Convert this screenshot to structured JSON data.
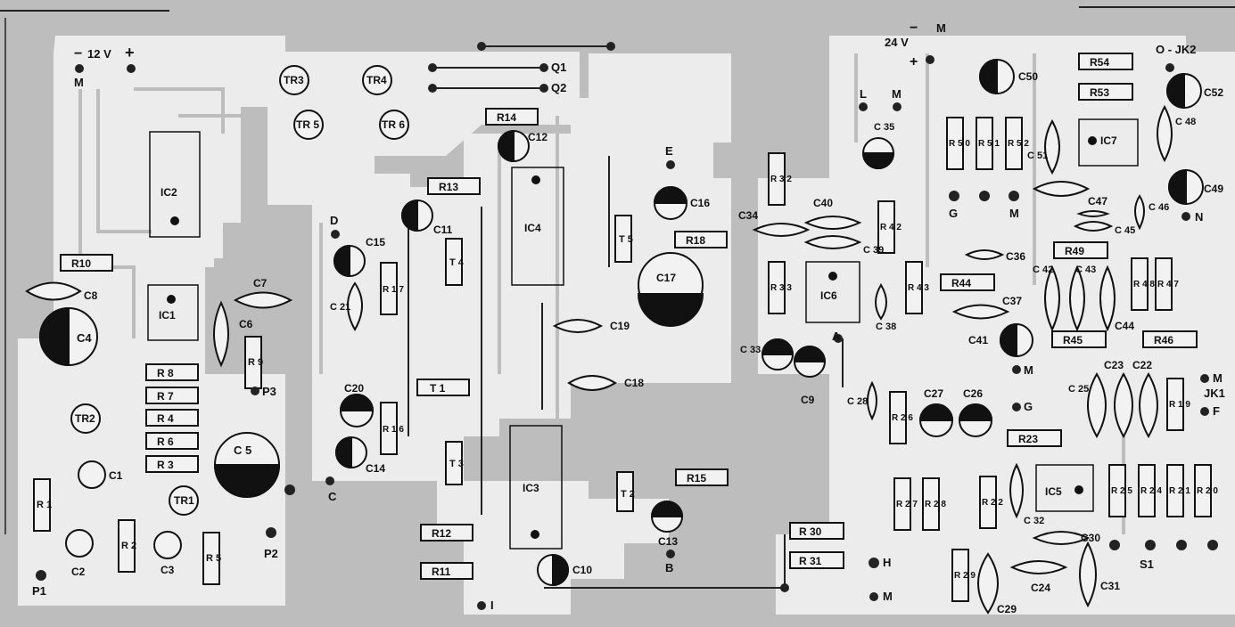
{
  "colors": {
    "background": "#bdbdbd",
    "copper": "#ececec",
    "ink": "#111111"
  },
  "terminals": {
    "m1": "M",
    "neg1": "−",
    "v12": "12 V",
    "pos1": "+",
    "q1": "Q1",
    "q2": "Q2",
    "e": "E",
    "d": "D",
    "c_term": "C",
    "b": "B",
    "i": "I",
    "p1": "P1",
    "p2": "P2",
    "p3": "P3",
    "neg2": "−",
    "m2": "M",
    "v24": "24 V",
    "pos2": "+",
    "l": "L",
    "m3": "M",
    "g1": "G",
    "m4": "M",
    "n": "N",
    "a": "A",
    "g2": "G",
    "h": "H",
    "m5": "M",
    "m6": "M",
    "m7": "M",
    "jk1": "JK1",
    "f": "F",
    "s1": "S1",
    "jk2": "O - JK2"
  },
  "components": {
    "tr1": "TR1",
    "tr2": "TR2",
    "tr3": "TR3",
    "tr4": "TR4",
    "tr5": "TR 5",
    "tr6": "TR 6",
    "ic1": "IC1",
    "ic2": "IC2",
    "ic3": "IC3",
    "ic4": "IC4",
    "ic5": "IC5",
    "ic6": "IC6",
    "ic7": "IC7",
    "r1": "R 1",
    "r2": "R 2",
    "r3": "R 3",
    "r4": "R 4",
    "r5": "R 5",
    "r6": "R 6",
    "r7": "R 7",
    "r8": "R 8",
    "r9": "R 9",
    "r10": "R10",
    "r11": "R11",
    "r12": "R12",
    "r13": "R13",
    "r14": "R14",
    "r15": "R15",
    "r16": "R 1 6",
    "r17": "R 1 7",
    "r18": "R18",
    "r19": "R 1 9",
    "r20": "R 2 0",
    "r21": "R 2 1",
    "r22": "R 2 2",
    "r23": "R23",
    "r24": "R 2 4",
    "r25": "R 2 5",
    "r26": "R 2 6",
    "r27": "R 2 7",
    "r28": "R 2 8",
    "r29": "R 2 9",
    "r30": "R 30",
    "r31": "R 31",
    "r32": "R 3 2",
    "r33": "R 3 3",
    "r42": "R 4 2",
    "r43": "R 4 3",
    "r44": "R44",
    "r45": "R45",
    "r46": "R46",
    "r47": "R 4 7",
    "r48": "R 4 8",
    "r49": "R49",
    "r50": "R 5 0",
    "r51": "R 5 1",
    "r52": "R 5 2",
    "r53": "R53",
    "r54": "R54",
    "c1": "C1",
    "c2": "C2",
    "c3": "C3",
    "c4": "C4",
    "c5": "C 5",
    "c6": "C6",
    "c7": "C7",
    "c8": "C8",
    "c9": "C9",
    "c10": "C10",
    "c11": "C11",
    "c12": "C12",
    "c13": "C13",
    "c14": "C14",
    "c15": "C15",
    "c16": "C16",
    "c17": "C17",
    "c18": "C18",
    "c19": "C19",
    "c20": "C20",
    "c21": "C 21",
    "c22": "C22",
    "c23": "C23",
    "c24": "C24",
    "c25": "C 25",
    "c26": "C26",
    "c27": "C27",
    "c28": "C 28",
    "c29": "C29",
    "c30": "C30",
    "c31": "C31",
    "c32": "C 32",
    "c33": "C 33",
    "c34": "C34",
    "c35": "C 35",
    "c36": "C36",
    "c37": "C37",
    "c38": "C 38",
    "c39": "C 39",
    "c40": "C40",
    "c41": "C41",
    "c42": "C 42",
    "c43": "C 43",
    "c44": "C44",
    "c45": "C 45",
    "c46": "C 46",
    "c47": "C47",
    "c48": "C 48",
    "c49": "C49",
    "c50": "C50",
    "c51": "C 51",
    "c52": "C52",
    "t1": "T 1",
    "t2": "T 2",
    "t3": "T 3",
    "t4": "T 4",
    "t5": "T 5"
  }
}
